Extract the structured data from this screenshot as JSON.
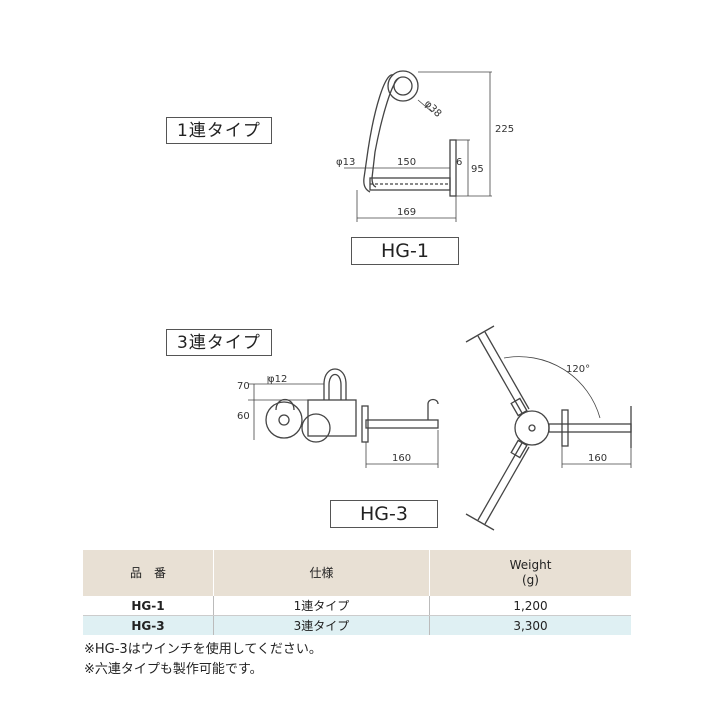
{
  "sections": {
    "type1_label": "1連タイプ",
    "type3_label": "3連タイプ"
  },
  "models": {
    "hg1_label": "HG-1",
    "hg3_label": "HG-3"
  },
  "hg1_dims": {
    "ring_dia": "φ38",
    "height_total": "225",
    "rod_dia": "φ13",
    "inner_len": "150",
    "thickness": "6",
    "height_lower": "95",
    "total_len": "169"
  },
  "hg3_dims": {
    "height_upper": "70",
    "height_lower": "60",
    "pin_dia": "φ12",
    "side_len": "160",
    "top_len": "160",
    "angle": "120°"
  },
  "table": {
    "headers": {
      "col1": "品　番",
      "col2": "仕様",
      "col3_line1": "Weight",
      "col3_line2": "(g)"
    },
    "rows": [
      {
        "code": "HG-1",
        "spec": "1連タイプ",
        "weight": "1,200"
      },
      {
        "code": "HG-3",
        "spec": "3連タイプ",
        "weight": "3,300"
      }
    ]
  },
  "notes": [
    "※HG-3はウインチを使用してください。",
    "※六連タイプも製作可能です。"
  ]
}
